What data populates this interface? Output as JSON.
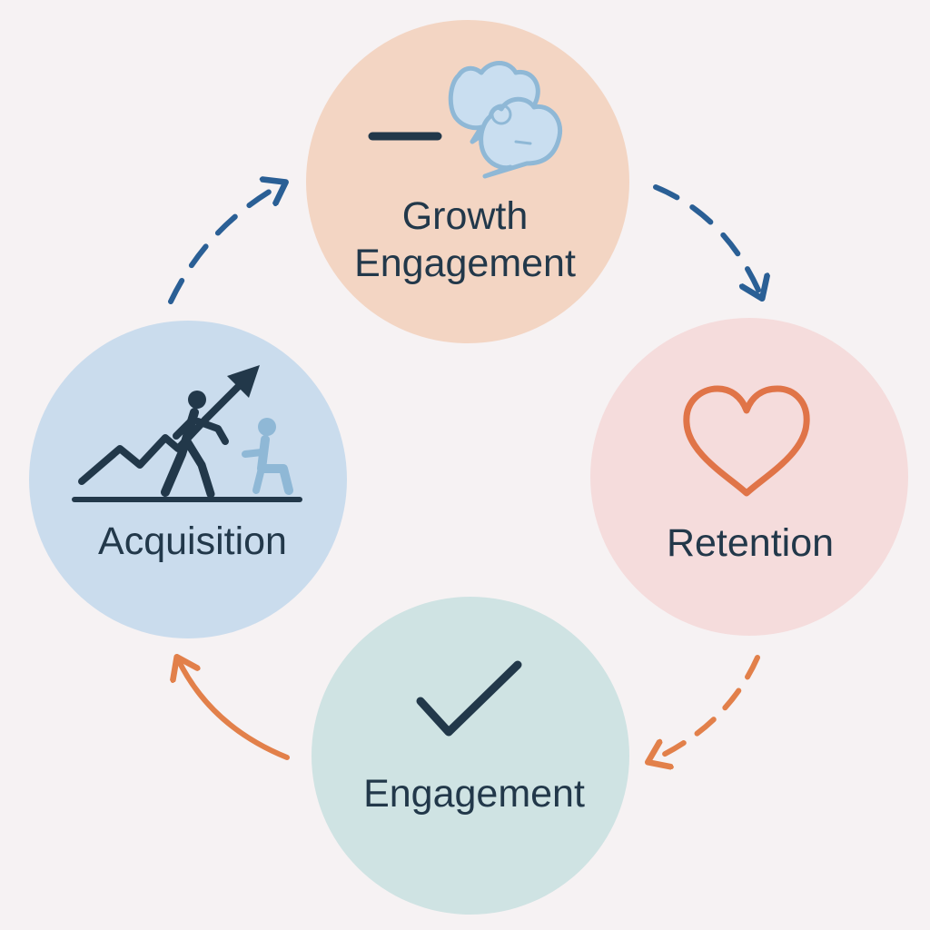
{
  "diagram": {
    "nodes": [
      {
        "id": "growth-engagement",
        "label_lines": [
          "Growth",
          "Engagement"
        ],
        "icon": "chat-bubbles-icon",
        "fill": "#f3d5c3"
      },
      {
        "id": "retention",
        "label_lines": [
          "Retention"
        ],
        "icon": "heart-icon",
        "fill": "#f5dcdc"
      },
      {
        "id": "engagement",
        "label_lines": [
          "Engagement"
        ],
        "icon": "checkmark-icon",
        "fill": "#cfe3e3"
      },
      {
        "id": "acquisition",
        "label_lines": [
          "Acquisition"
        ],
        "icon": "growth-chart-people-icon",
        "fill": "#cadced"
      }
    ],
    "arrows": [
      {
        "from": "acquisition",
        "to": "growth-engagement",
        "style": "dashed",
        "color": "#2a5f95"
      },
      {
        "from": "growth-engagement",
        "to": "retention",
        "style": "dashed",
        "color": "#2a5f95"
      },
      {
        "from": "retention",
        "to": "engagement",
        "style": "dashed",
        "color": "#e2804a"
      },
      {
        "from": "engagement",
        "to": "acquisition",
        "style": "solid",
        "color": "#e2804a"
      }
    ],
    "colors": {
      "text": "#22384a",
      "icon_dark": "#22384a",
      "icon_accent_orange": "#e07448",
      "icon_light_blue": "#8fb8d6"
    }
  }
}
